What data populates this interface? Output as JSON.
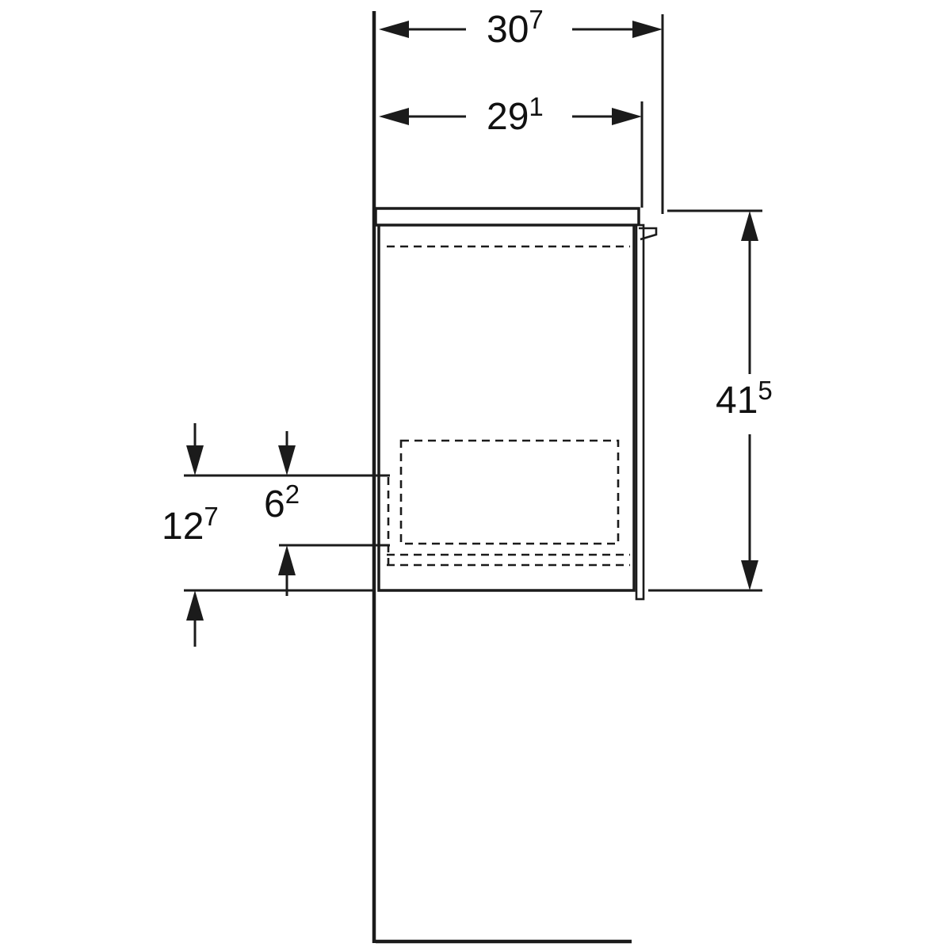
{
  "dimensions": {
    "overall_width": {
      "base": "30",
      "sup": "7"
    },
    "cabinet_width": {
      "base": "29",
      "sup": "1"
    },
    "cabinet_height": {
      "base": "41",
      "sup": "5"
    },
    "bottom_offset": {
      "base": "12",
      "sup": "7"
    },
    "cutout_height": {
      "base": "6",
      "sup": "2"
    }
  },
  "colors": {
    "line": "#1b1b1b",
    "background": "#ffffff"
  }
}
